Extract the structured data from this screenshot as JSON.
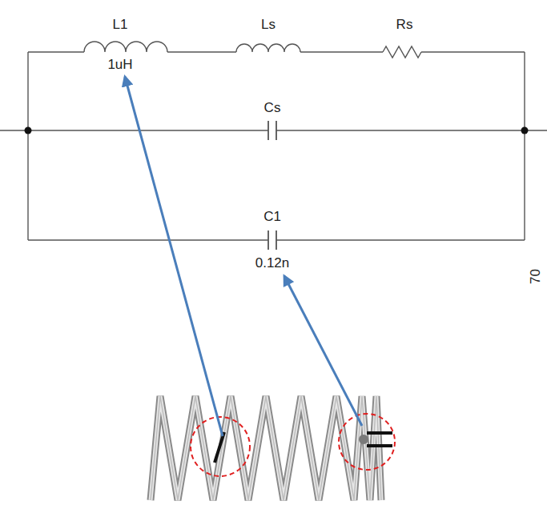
{
  "diagram": {
    "labels": [
      "L1",
      "1uH",
      "Ls",
      "Rs",
      "Cs",
      "C1",
      "0.12n",
      "70"
    ]
  }
}
